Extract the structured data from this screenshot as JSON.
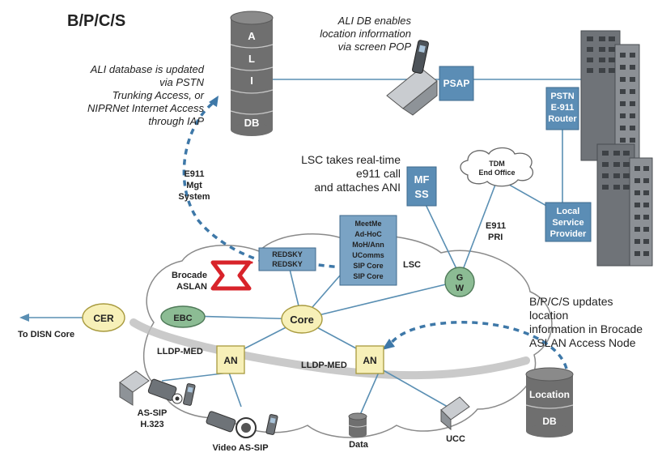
{
  "title": "B/P/C/S",
  "annotations": {
    "ali_update": [
      "ALI database is updated",
      "via PSTN",
      "Trunking Access, or",
      "NIPRNet Internet Access",
      "through IAP"
    ],
    "ali_screen_pop": [
      "ALI DB enables",
      "location information",
      "via screen POP"
    ],
    "lsc_note": [
      "LSC takes real-time",
      "e911 call",
      "and attaches ANI"
    ],
    "bpcs_update": [
      "B/P/C/S updates",
      "location",
      "information in Brocade",
      "ASLAN Access Node"
    ],
    "e911_mgt": [
      "E911",
      "Mgt",
      "System"
    ]
  },
  "ali_db": {
    "letters": [
      "A",
      "L",
      "I"
    ],
    "footer": "DB"
  },
  "location_db": {
    "top": "Location",
    "bottom": "DB"
  },
  "boxes": {
    "psap": "PSAP",
    "pstn_router": [
      "PSTN",
      "E-911",
      "Router"
    ],
    "local_provider": [
      "Local",
      "Service",
      "Provider"
    ],
    "mfss": [
      "MF",
      "SS"
    ],
    "tdm": [
      "TDM",
      "End Office"
    ],
    "redsky": [
      "REDSKY",
      "REDSKY"
    ],
    "lsc_services": [
      "MeetMe",
      "Ad-HoC",
      "MoH/Ann",
      "UComms",
      "SIP Core",
      "SIP Core"
    ],
    "access_node": "AN"
  },
  "labels": {
    "lsc": "LSC",
    "e911_pri": [
      "E911",
      "PRI"
    ],
    "gw": [
      "G",
      "W"
    ],
    "brocade": [
      "Brocade",
      "ASLAN"
    ],
    "core": "Core",
    "cer": "CER",
    "ebc": "EBC",
    "to_disn": "To DISN Core",
    "lldp_med": "LLDP-MED",
    "as_sip_h323": [
      "AS-SIP",
      "H.323"
    ],
    "video_as_sip": "Video AS-SIP",
    "data": "Data",
    "ucc": "UCC"
  },
  "colors": {
    "steel_blue": "#5b8db5",
    "cream": "#f7f0b8",
    "green_node": "#8cbc94",
    "line": "#5a8fb3",
    "dash": "#3e78a8",
    "brocade_red": "#d8232a",
    "db_gray": "#6f6f6f"
  }
}
